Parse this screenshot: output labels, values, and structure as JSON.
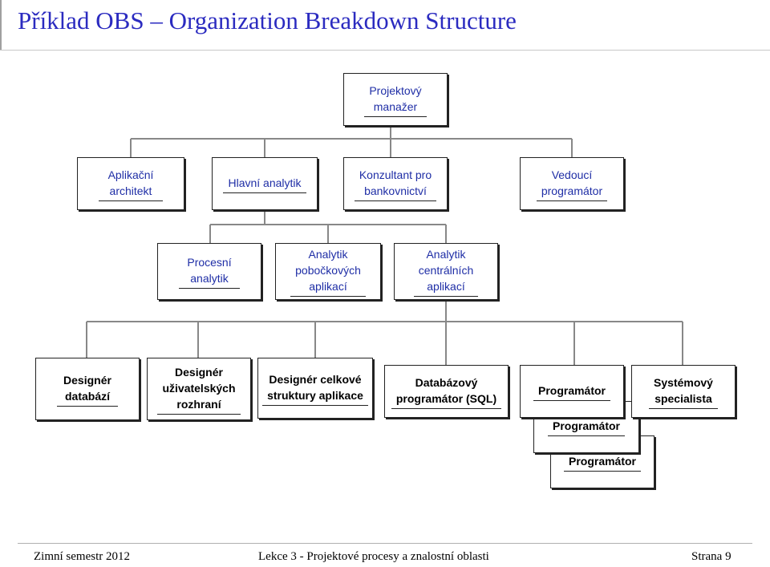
{
  "title": "Příklad OBS – Organization Breakdown Structure",
  "nodes": {
    "pm": "Projektový\nmanažer",
    "app_arch": "Aplikační\narchitekt",
    "lead_analyst": "Hlavní analytik",
    "consultant": "Konzultant pro\nbankovnictví",
    "lead_prog": "Vedoucí\nprogramátor",
    "process_analyst": "Procesní\nanalytik",
    "branch_analyst": "Analytik\npobočkových\naplikací",
    "central_analyst": "Analytik\ncentrálních\naplikací",
    "db_designer": "Designér\ndatabází",
    "ui_designer": "Designér\nuživatelských\nrozhraní",
    "struct_designer": "Designér celkové\nstruktury aplikace",
    "db_prog": "Databázový\nprogramátor (SQL)",
    "prog1": "Programátor",
    "prog2": "Programátor",
    "prog3": "Programátor",
    "sys_spec": "Systémový\nspecialista"
  },
  "footer": {
    "left": "Zimní semestr 2012",
    "center": "Lekce 3 - Projektové procesy a znalostní oblasti",
    "right": "Strana 9"
  },
  "colors": {
    "title": "#2b2bc0",
    "blue_text": "#1f2ea6",
    "line": "#888888"
  }
}
